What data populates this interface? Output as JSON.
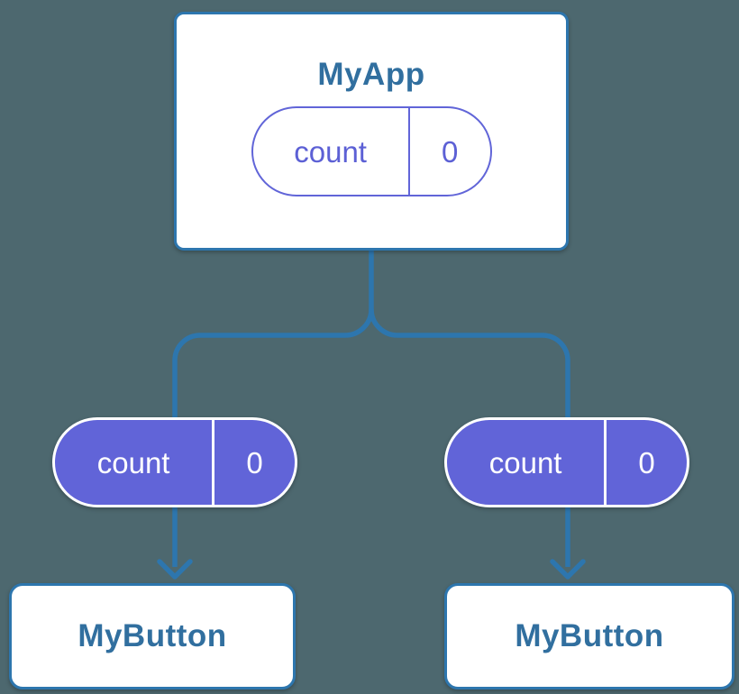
{
  "colors": {
    "background": "#4D686F",
    "line_blue": "#2D76AE",
    "text_blue": "#316F9F",
    "pill_fill_purple": "#6164D8",
    "pill_outline_purple": "#6165D8",
    "pill_text_on_purple": "#FFFFFF"
  },
  "parent_node": {
    "title": "MyApp",
    "state_pill": {
      "name": "count",
      "value": "0"
    }
  },
  "children": [
    {
      "title": "MyButton",
      "prop_pill": {
        "name": "count",
        "value": "0"
      }
    },
    {
      "title": "MyButton",
      "prop_pill": {
        "name": "count",
        "value": "0"
      }
    }
  ]
}
